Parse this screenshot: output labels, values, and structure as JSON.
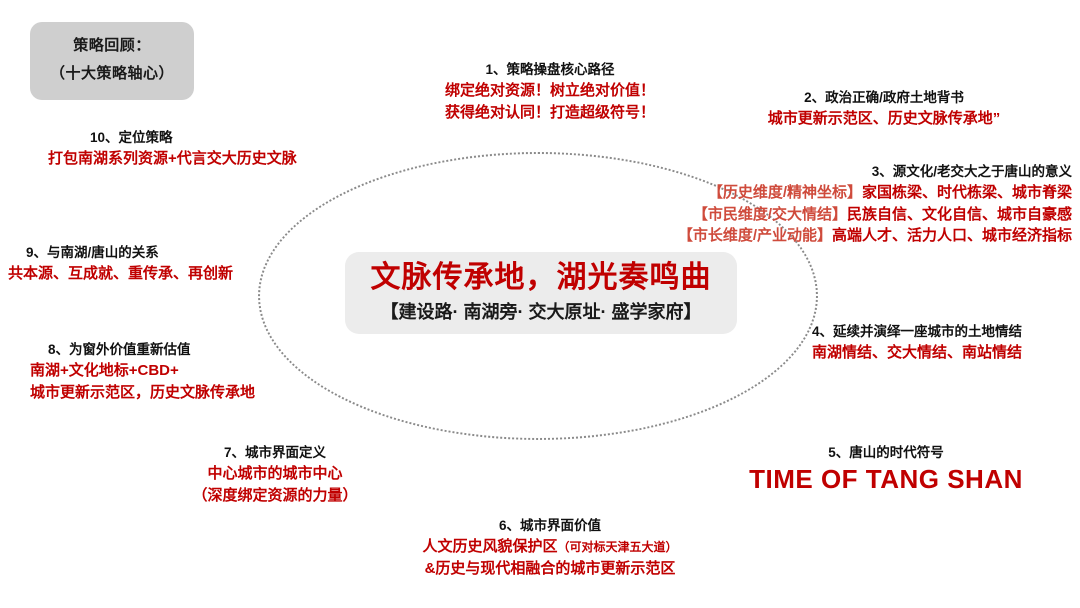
{
  "title_chip": {
    "line1": "策略回顾：",
    "line2": "（十大策略轴心）"
  },
  "center": {
    "headline": "文脉传承地，湖光奏鸣曲",
    "subline": "【建设路·  南湖旁·  交大原址·  盛学家府】"
  },
  "nodes": [
    {
      "id": 1,
      "head": "1、策略操盘核心路径",
      "lines": [
        "绑定绝对资源！树立绝对价值！",
        "获得绝对认同！打造超级符号！"
      ]
    },
    {
      "id": 2,
      "head": "2、政治正确/政府土地背书",
      "lines": [
        "城市更新示范区、历史文脉传承地”"
      ]
    },
    {
      "id": 3,
      "head": "3、源文化/老交大之于唐山的意义",
      "lines": [
        {
          "prefix": "【历史维度/精神坐标】",
          "text": "家国栋梁、时代栋梁、城市脊梁"
        },
        {
          "prefix": "【市民维度/交大情结】",
          "text": "民族自信、文化自信、城市自豪感"
        },
        {
          "prefix": "【市长维度/产业动能】",
          "text": "高端人才、活力人口、城市经济指标"
        }
      ]
    },
    {
      "id": 4,
      "head": "4、延续并演绎一座城市的土地情结",
      "lines": [
        "南湖情结、交大情结、南站情结"
      ]
    },
    {
      "id": 5,
      "head": "5、唐山的时代符号",
      "english": "TIME OF TANG SHAN"
    },
    {
      "id": 6,
      "head": "6、城市界面价值",
      "line1_main": "人文历史风貌保护区",
      "line1_paren": "（可对标天津五大道）",
      "line2": "&历史与现代相融合的城市更新示范区"
    },
    {
      "id": 7,
      "head": "7、城市界面定义",
      "lines": [
        "中心城市的城市中心",
        "（深度绑定资源的力量）"
      ]
    },
    {
      "id": 8,
      "head": "8、为窗外价值重新估值",
      "lines": [
        "南湖+文化地标+CBD+",
        "城市更新示范区，历史文脉传承地"
      ]
    },
    {
      "id": 9,
      "head": "9、与南湖/唐山的关系",
      "lines": [
        "共本源、互成就、重传承、再创新"
      ]
    },
    {
      "id": 10,
      "head": "10、定位策略",
      "lines": [
        "打包南湖系列资源+代言交大历史文脉"
      ]
    }
  ],
  "colors": {
    "accent_red": "#c00000",
    "soft_red": "#cf4b3c",
    "chip_gray": "#cfcfcf",
    "banner_gray": "#ececec"
  }
}
